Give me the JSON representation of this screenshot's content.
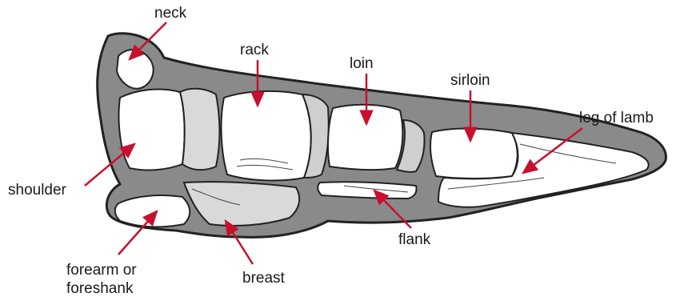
{
  "labels": {
    "neck": "neck",
    "rack": "rack",
    "loin": "loin",
    "sirloin": "sirloin",
    "leg_of_lamb": "leg of lamb",
    "shoulder": "shoulder",
    "forearm_line1": "forearm or",
    "forearm_line2": "foreshank",
    "breast": "breast",
    "flank": "flank"
  },
  "colors": {
    "arrow": "#c8102e",
    "outline": "#222222",
    "shell_fill": "#8a8a8a",
    "cut_fill": "#ffffff",
    "label_text": "#1a1a1a"
  }
}
